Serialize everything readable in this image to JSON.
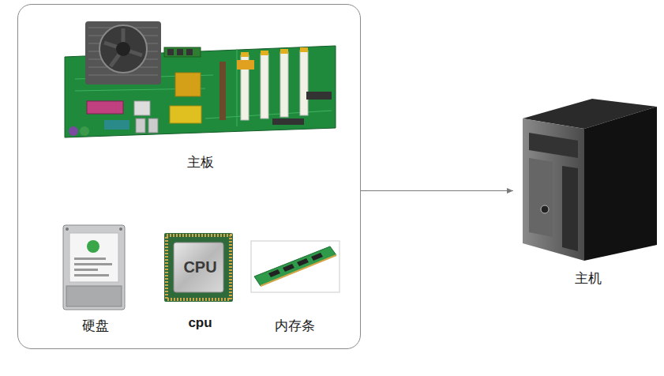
{
  "diagram": {
    "nodes": [
      {
        "text": []
      },
      {
        "text": [
          "主板"
        ],
        "in": 0
      },
      {
        "text": [
          "硬盘"
        ],
        "in": 0
      },
      {
        "text": [
          "CPU",
          "cpu"
        ],
        "in": 0
      },
      {
        "text": [
          "内存条"
        ],
        "in": 0
      },
      {
        "text": [
          "主机"
        ]
      }
    ],
    "edges": [
      {
        "from": 0,
        "to": 5,
        "arrow": "to"
      }
    ]
  }
}
